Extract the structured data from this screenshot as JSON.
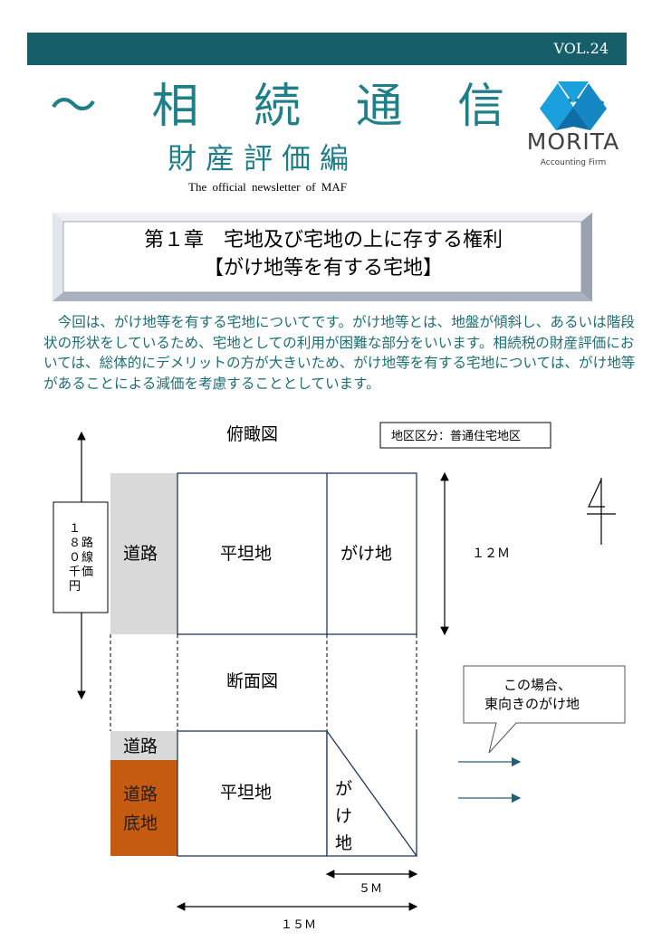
{
  "header": {
    "volume": "VOL.24",
    "title": "～ 相 続 通 信 ～",
    "subtitle": "財産評価編",
    "tagline": "The official newsletter of MAF",
    "logo_name": "MORITA",
    "logo_sub": "Accounting Firm",
    "colors": {
      "bar": "#175e6b",
      "title": "#1e7f88",
      "logo_blue": "#1aa0dc"
    }
  },
  "chapter": {
    "line1": "第１章　宅地及び宅地の上に存する権利",
    "line2": "【がけ地等を有する宅地】"
  },
  "intro": "　今回は、がけ地等を有する宅地についてです。がけ地等とは、地盤が傾斜し、あるいは階段状の形状をしているため、宅地としての利用が困難な部分をいいます。相続税の財産評価においては、総体的にデメリットの方が大きいため、がけ地等を有する宅地については、がけ地等があることによる減価を考慮することとしています。",
  "diagram": {
    "plan_title": "俯瞰図",
    "district": "地区区分：普通住宅地区",
    "road_value": [
      "１",
      "８",
      "０",
      "千",
      "円"
    ],
    "road_value_label": [
      "路",
      "線",
      "価"
    ],
    "road": "道路",
    "flat": "平坦地",
    "cliff": "がけ地",
    "depth": "１２Ｍ",
    "section_title": "断面図",
    "callout_line1": "この場合、",
    "callout_line2": "東向きのがけ地",
    "road_section": "道路",
    "road_base": [
      "道路",
      "底地"
    ],
    "flat_section": "平坦地",
    "cliff_section": [
      "が",
      "け",
      "地"
    ],
    "width_cliff": "５Ｍ",
    "width_total": "１５Ｍ",
    "north_icon": "north-arrow-icon",
    "colors": {
      "road_fill": "#d9d9d9",
      "road_base_fill": "#c55a11",
      "line": "#1f3864",
      "arrow": "#1f5f7a"
    }
  }
}
